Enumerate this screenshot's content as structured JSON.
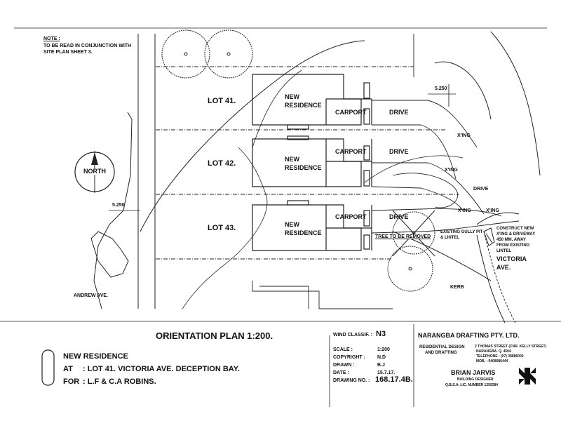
{
  "note": {
    "heading": "NOTE :",
    "line1": "TO BE READ IN CONJUNCTION WITH",
    "line2": "SITE PLAN SHEET 3."
  },
  "north_label": "NORTH",
  "lots": [
    {
      "lot": "LOT 41.",
      "residence_line1": "NEW",
      "residence_line2": "RESIDENCE",
      "carport": "CARPORT",
      "drive": "DRIVE"
    },
    {
      "lot": "LOT 42.",
      "residence_line1": "NEW",
      "residence_line2": "RESIDENCE",
      "carport": "CARPORT",
      "drive": "DRIVE"
    },
    {
      "lot": "LOT 43.",
      "residence_line1": "NEW",
      "residence_line2": "RESIDENCE",
      "carport": "CARPORT",
      "drive": "DRIVE"
    }
  ],
  "dims": {
    "top_right": "5.250",
    "left": "5.250"
  },
  "crossings": {
    "xing1": "X'ING",
    "xing2": "X'ING",
    "xing3": "X'ING",
    "xing4": "X'ING",
    "drive_road": "DRIVE"
  },
  "tree_removed": "TREE TO BE REMOVED",
  "gully": {
    "line1": "EXISTING GULLY PIT",
    "line2": "& LINTEL"
  },
  "construct_note": [
    "CONSTRUCT NEW",
    "X'ING & DRIVEWAY",
    "450 MM. AWAY",
    "FROM EXISTING",
    "LINTEL"
  ],
  "streets": {
    "victoria_line1": "VICTORIA",
    "victoria_line2": "AVE.",
    "andrew": "ANDREW AVE.",
    "kerb": "KERB"
  },
  "title_block": {
    "title": "ORIENTATION PLAN  1:200.",
    "project": "NEW RESIDENCE",
    "at_label": "AT",
    "at_value": ": LOT 41. VICTORIA AVE. DECEPTION BAY.",
    "for_label": "FOR",
    "for_value": ": L.F & C.A ROBINS.",
    "wind_label": "WIND CLASSIF. :",
    "wind_value": "N3",
    "scale_label": "SCALE :",
    "scale_value": "1:200",
    "copyright_label": "COPYRIGHT :",
    "copyright_value": "N.D",
    "drawn_label": "DRAWN :",
    "drawn_value": "B.J",
    "date_label": "DATE :",
    "date_value": "15.7.17.",
    "drawing_no_label": "DRAWING NO. :",
    "drawing_no_value": "168.17.4B.",
    "company": "NARANGBA DRAFTING PTY. LTD.",
    "services_line1": "RESIDENTIAL DESIGN",
    "services_line2": "AND DRAFTING",
    "address_line1": "2 THOMAS STREET (CNR. KELLY STREET)",
    "address_line2": "NARANGBA. Q. 4504",
    "telephone": "TELEPHONE : (07) 38886000",
    "mobile": "MOB. : 0408086444",
    "designer": "BRIAN JARVIS",
    "designer_title": "BUILDING DESIGNER",
    "licence": "Q.B.S.A. LIC. NUMBER 1250284"
  }
}
